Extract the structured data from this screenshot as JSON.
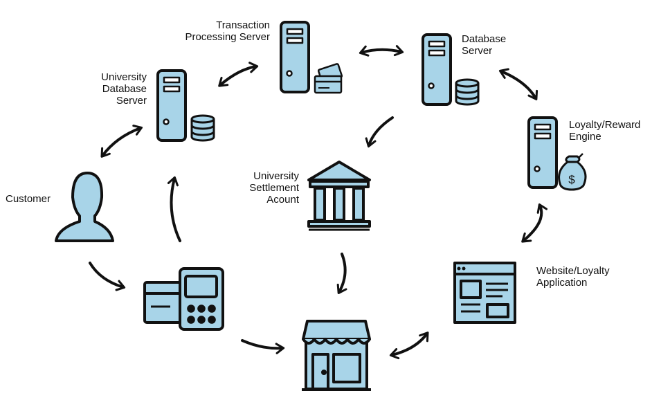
{
  "colors": {
    "fill": "#a8d4e8",
    "stroke": "#111111",
    "background": "#ffffff"
  },
  "nodes": {
    "transaction_server": {
      "label": [
        "Transaction",
        "Processing Server"
      ],
      "icon": "server-with-card-icon"
    },
    "database_server": {
      "label": [
        "Database",
        "Server"
      ],
      "icon": "server-with-database-icon"
    },
    "university_db_server": {
      "label": [
        "University",
        "Database",
        "Server"
      ],
      "icon": "server-with-database-icon"
    },
    "loyalty_engine": {
      "label": [
        "Loyalty/Reward",
        "Engine"
      ],
      "icon": "server-with-money-bag-icon"
    },
    "customer": {
      "label": [
        "Customer"
      ],
      "icon": "person-icon"
    },
    "settlement_account": {
      "label": [
        "University",
        "Settlement",
        "Acount"
      ],
      "icon": "bank-icon"
    },
    "payment_terminal": {
      "label": [],
      "icon": "card-terminal-icon"
    },
    "store": {
      "label": [],
      "icon": "storefront-icon"
    },
    "website_app": {
      "label": [
        "Website/Loyalty",
        "Application"
      ],
      "icon": "browser-window-icon"
    }
  },
  "connections": [
    {
      "from": "university_db_server",
      "to": "transaction_server",
      "direction": "both"
    },
    {
      "from": "transaction_server",
      "to": "database_server",
      "direction": "both"
    },
    {
      "from": "database_server",
      "to": "loyalty_engine",
      "direction": "both"
    },
    {
      "from": "database_server",
      "to": "settlement_account",
      "direction": "forward"
    },
    {
      "from": "customer",
      "to": "university_db_server",
      "direction": "both"
    },
    {
      "from": "payment_terminal",
      "to": "university_db_server",
      "direction": "forward"
    },
    {
      "from": "customer",
      "to": "payment_terminal",
      "direction": "forward"
    },
    {
      "from": "payment_terminal",
      "to": "store",
      "direction": "forward"
    },
    {
      "from": "settlement_account",
      "to": "store",
      "direction": "forward"
    },
    {
      "from": "store",
      "to": "website_app",
      "direction": "both"
    },
    {
      "from": "website_app",
      "to": "loyalty_engine",
      "direction": "both"
    }
  ]
}
